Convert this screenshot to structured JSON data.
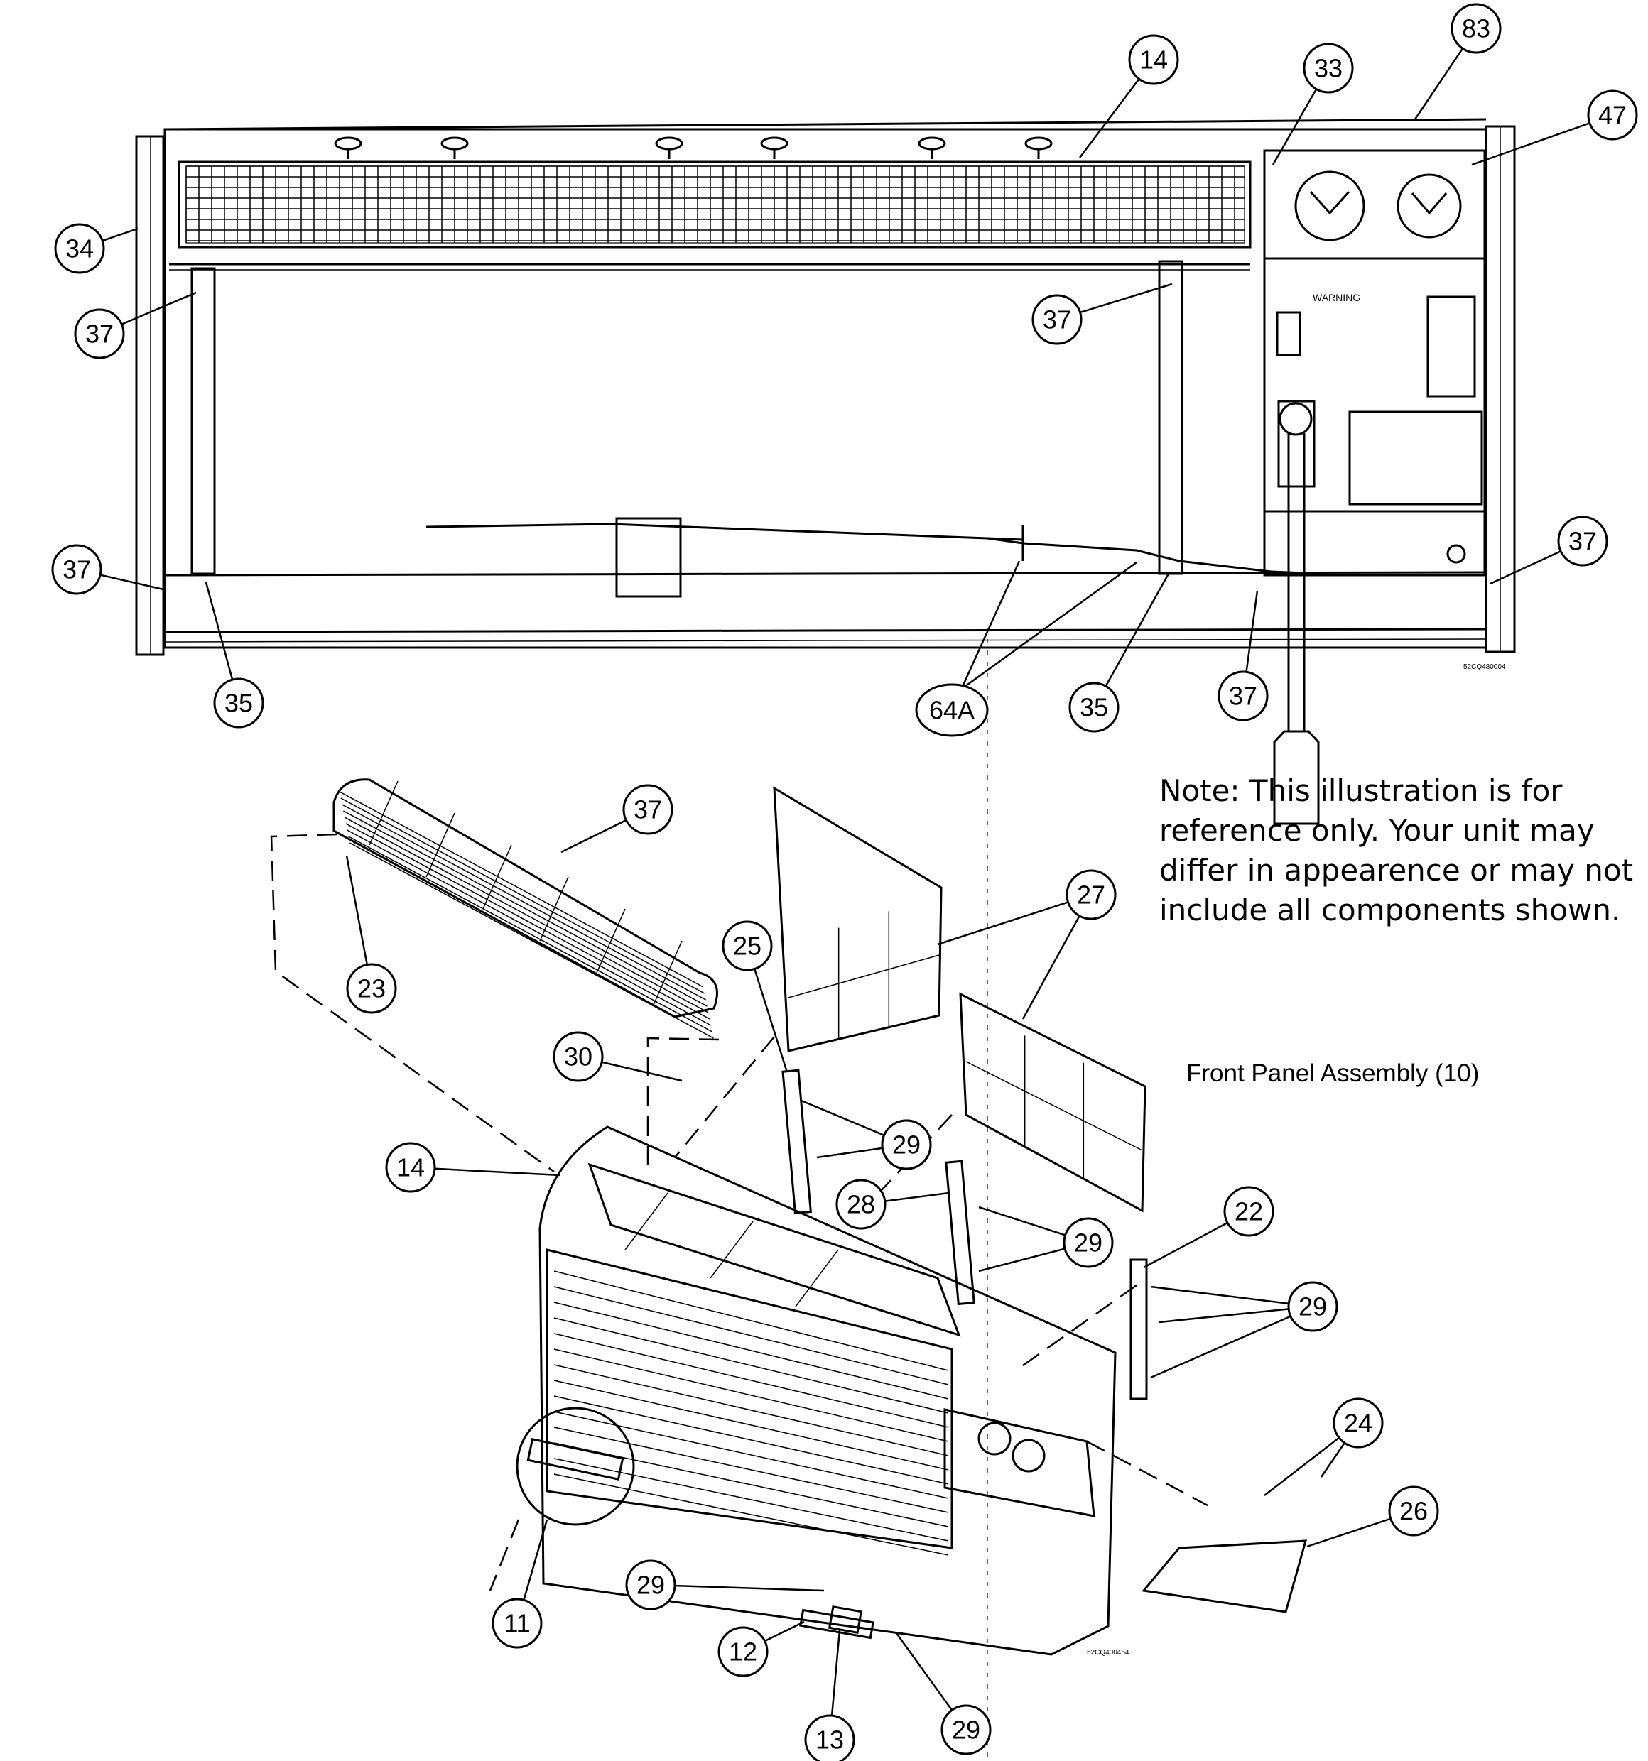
{
  "note": "Note: This illustration is for reference only. Your unit may differ in appearence or may not include all components shown.",
  "assembly_title": "Front Panel Assembly (10)",
  "warning_label": "WARNING",
  "drawing_codes": {
    "top": "52CQ480004",
    "bottom": "52CQ400454"
  },
  "callouts": [
    {
      "label": "83"
    },
    {
      "label": "14"
    },
    {
      "label": "33"
    },
    {
      "label": "47"
    },
    {
      "label": "34"
    },
    {
      "label": "37"
    },
    {
      "label": "37"
    },
    {
      "label": "37"
    },
    {
      "label": "37"
    },
    {
      "label": "37"
    },
    {
      "label": "35"
    },
    {
      "label": "64A"
    },
    {
      "label": "35"
    },
    {
      "label": "37"
    },
    {
      "label": "27"
    },
    {
      "label": "25"
    },
    {
      "label": "23"
    },
    {
      "label": "30"
    },
    {
      "label": "30"
    },
    {
      "label": "29"
    },
    {
      "label": "14"
    },
    {
      "label": "28"
    },
    {
      "label": "29"
    },
    {
      "label": "22"
    },
    {
      "label": "29"
    },
    {
      "label": "24"
    },
    {
      "label": "26"
    },
    {
      "label": "29"
    },
    {
      "label": "11"
    },
    {
      "label": "12"
    },
    {
      "label": "13"
    },
    {
      "label": "29"
    }
  ]
}
